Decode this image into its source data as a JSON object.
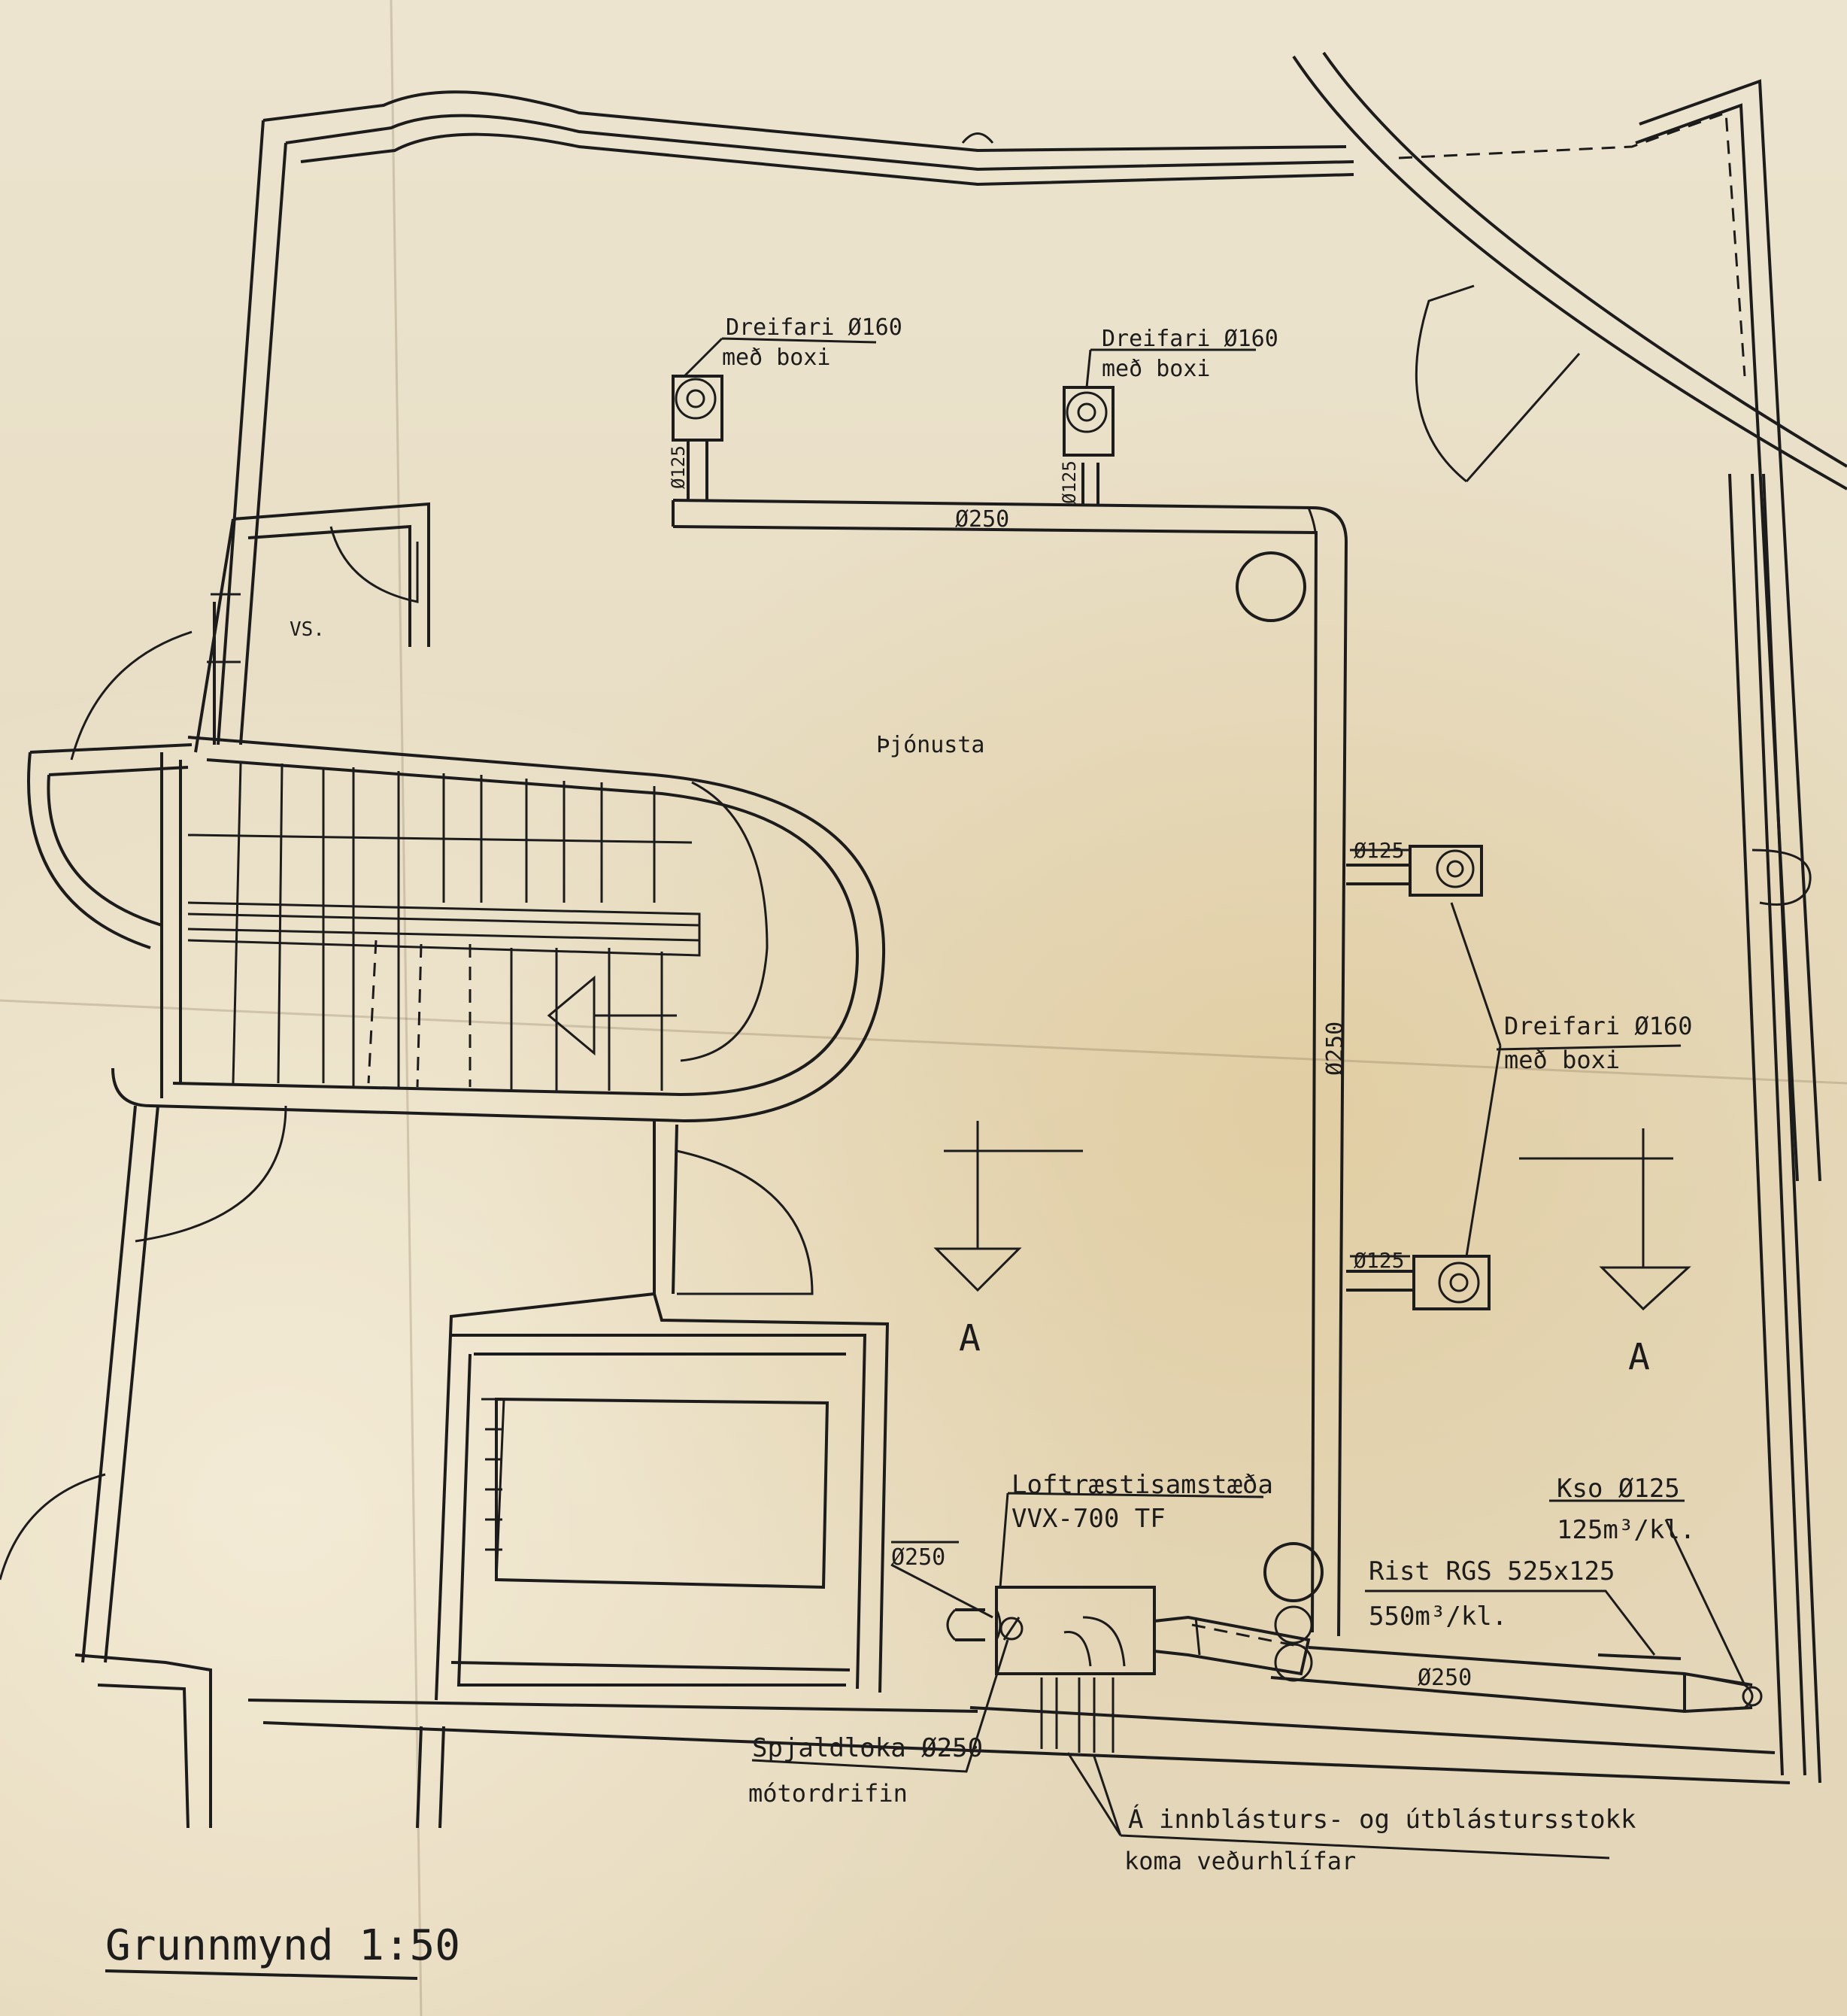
{
  "drawing": {
    "title": "Grunnmynd 1:50",
    "room_label": "Þjónusta",
    "wc_label": "VS.",
    "section_marker": "A",
    "labels": {
      "dreifari_top_left": {
        "line1": "Dreifari Ø160",
        "line2": "með boxi"
      },
      "dreifari_top_right": {
        "line1": "Dreifari Ø160",
        "line2": "með boxi"
      },
      "dreifari_right": {
        "line1": "Dreifari Ø160",
        "line2": "með boxi"
      },
      "duct_main_horizontal": "Ø250",
      "duct_main_vertical": "Ø250",
      "duct_bottom": "Ø250",
      "duct_intake": "Ø250",
      "branch_1": "Ø125",
      "branch_2": "Ø125",
      "branch_3": "Ø125",
      "branch_4": "Ø125",
      "unit": {
        "line1": "Loftræstisamstæða",
        "line2": "VVX-700 TF"
      },
      "kso": {
        "line1": "Kso Ø125",
        "line2": "125m³/kl."
      },
      "rist": {
        "line1": "Rist RGS 525x125",
        "line2": "550m³/kl."
      },
      "spjaldloka": {
        "line1": "Spjaldloka Ø250",
        "line2": "mótordrifin"
      },
      "vedurhlifar": {
        "line1": "Á innblásturs- og útblástursstokk",
        "line2": "koma veðurhlífar"
      }
    }
  }
}
